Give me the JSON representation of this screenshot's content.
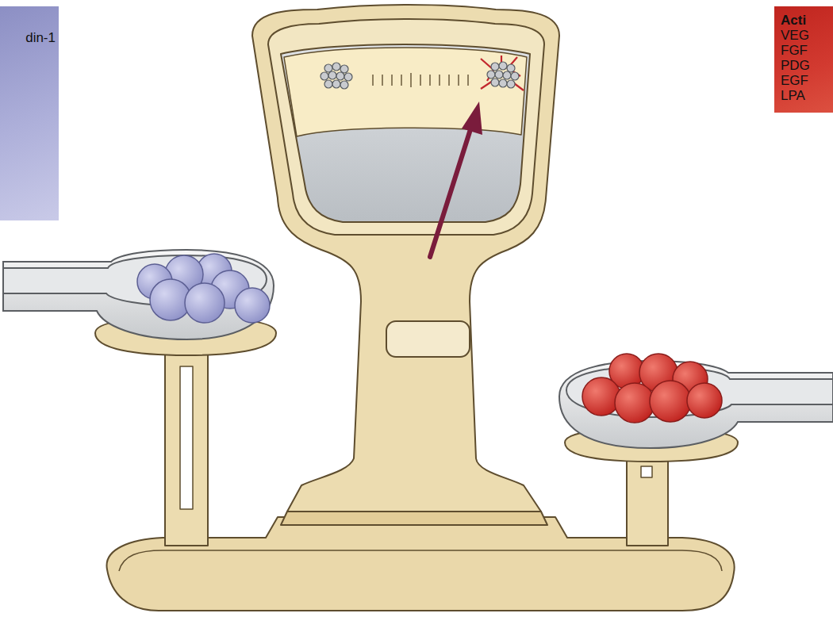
{
  "diagram": {
    "nodes": [
      {
        "text": [
          "din-1"
        ]
      },
      {
        "text": [
          "Acti",
          "VEG",
          "FGF",
          "PDG",
          "EGF",
          "LPA"
        ]
      }
    ]
  }
}
